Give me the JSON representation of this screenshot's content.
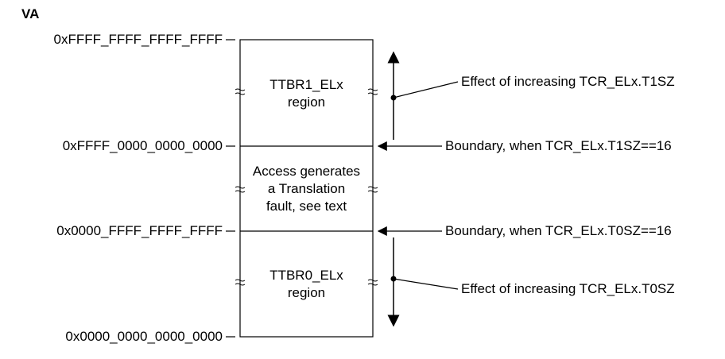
{
  "axis_title": "VA",
  "addresses": {
    "top": "0xFFFF_FFFF_FFFF_FFFF",
    "upper_boundary": "0xFFFF_0000_0000_0000",
    "lower_boundary": "0x0000_FFFF_FFFF_FFFF",
    "bottom": "0x0000_0000_0000_0000"
  },
  "regions": {
    "ttbr1": [
      "TTBR1_ELx",
      "region"
    ],
    "fault": [
      "Access generates",
      "a Translation",
      "fault, see text"
    ],
    "ttbr0": [
      "TTBR0_ELx",
      "region"
    ]
  },
  "annotations": {
    "t1sz_effect": "Effect of increasing TCR_ELx.T1SZ",
    "t1sz_boundary": "Boundary, when TCR_ELx.T1SZ==16",
    "t0sz_boundary": "Boundary, when TCR_ELx.T0SZ==16",
    "t0sz_effect": "Effect of increasing TCR_ELx.T0SZ"
  }
}
